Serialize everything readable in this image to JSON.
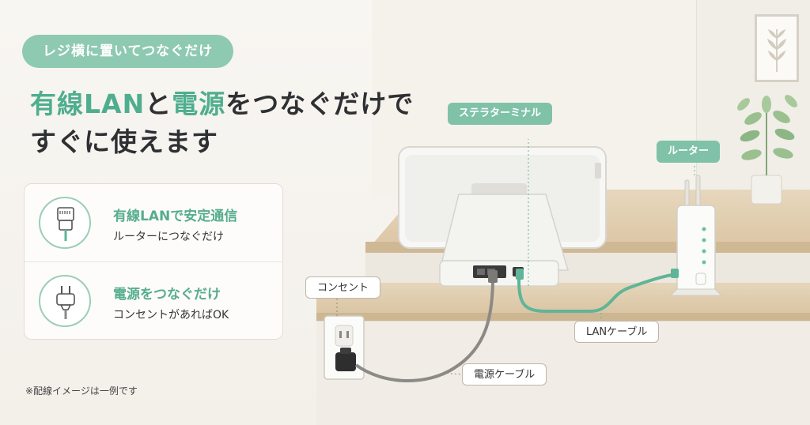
{
  "badge": {
    "text": "レジ横に置いてつなぐだけ"
  },
  "headline": {
    "line1_part1": "有線LAN",
    "line1_part2": "と",
    "line1_part3": "電源",
    "line1_part4": "をつなぐだけで",
    "line2": "すぐに使えます"
  },
  "features": [
    {
      "icon": "lan-plug-icon",
      "title": "有線LANで安定通信",
      "subtitle": "ルーターにつなぐだけ"
    },
    {
      "icon": "power-plug-icon",
      "title": "電源をつなぐだけ",
      "subtitle": "コンセントがあればOK"
    }
  ],
  "labels": {
    "terminal": "ステラターミナル",
    "router": "ルーター",
    "outlet": "コンセント",
    "lan_cable": "LANケーブル",
    "power_cable": "電源ケーブル"
  },
  "footnote": "※配線イメージは一例です",
  "colors": {
    "accent": "#8ec9b1",
    "accent_text": "#4fae8f",
    "lan_cable": "#5fb597",
    "power_cable": "#8c8a86"
  }
}
